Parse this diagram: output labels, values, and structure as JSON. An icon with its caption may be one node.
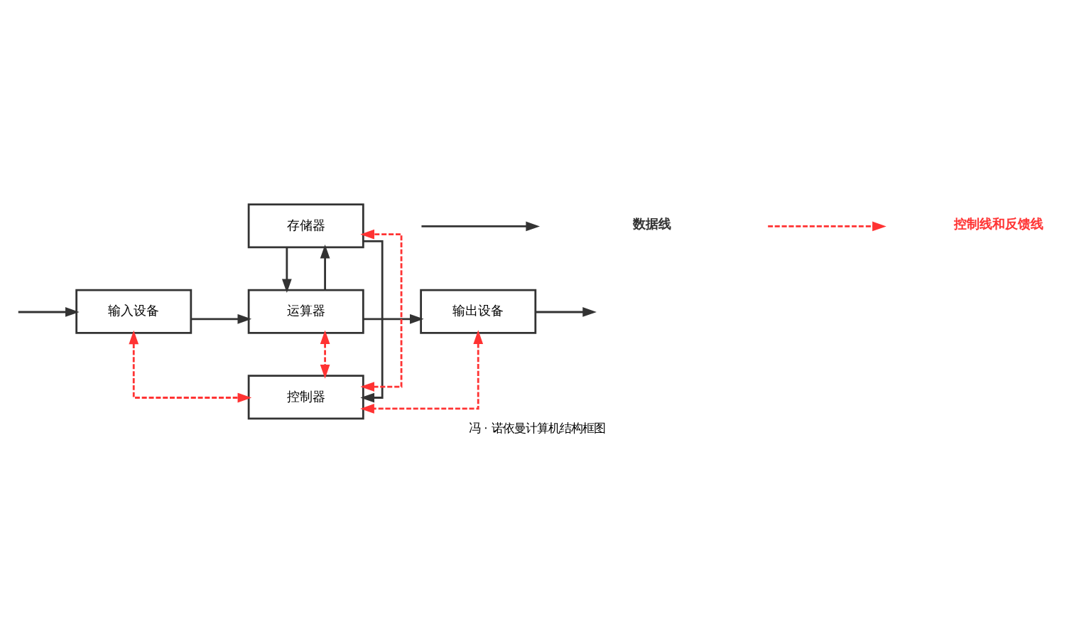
{
  "diagram": {
    "caption": "冯 · 诺依曼计算机结构框图",
    "nodes": [
      {
        "text": [
          "存储器"
        ]
      },
      {
        "text": [
          "输入设备"
        ]
      },
      {
        "text": [
          "运算器"
        ]
      },
      {
        "text": [
          "输出设备"
        ]
      },
      {
        "text": [
          "控制器"
        ]
      }
    ],
    "edges": [
      {
        "from": null,
        "to": 1,
        "arrow": "to"
      },
      {
        "from": 1,
        "to": 2,
        "arrow": "to"
      },
      {
        "from": 2,
        "to": 0,
        "arrow": "to"
      },
      {
        "from": 0,
        "to": 2,
        "arrow": "to"
      },
      {
        "from": 0,
        "to": 4,
        "arrow": "to"
      },
      {
        "from": 2,
        "to": 3,
        "arrow": "to"
      },
      {
        "from": 3,
        "to": null,
        "arrow": "to"
      },
      {
        "from": 4,
        "to": 0,
        "arrow": "both",
        "style": "dashed",
        "color": "#ff3333"
      },
      {
        "from": 2,
        "to": 4,
        "arrow": "both",
        "style": "dashed",
        "color": "#ff3333"
      },
      {
        "from": 1,
        "to": 4,
        "arrow": "both",
        "style": "dashed",
        "color": "#ff3333"
      },
      {
        "from": 3,
        "to": 4,
        "arrow": "both",
        "style": "dashed",
        "color": "#ff3333"
      }
    ],
    "legend": [
      {
        "text": "数据线"
      },
      {
        "text": "控制线和反馈线"
      }
    ]
  }
}
